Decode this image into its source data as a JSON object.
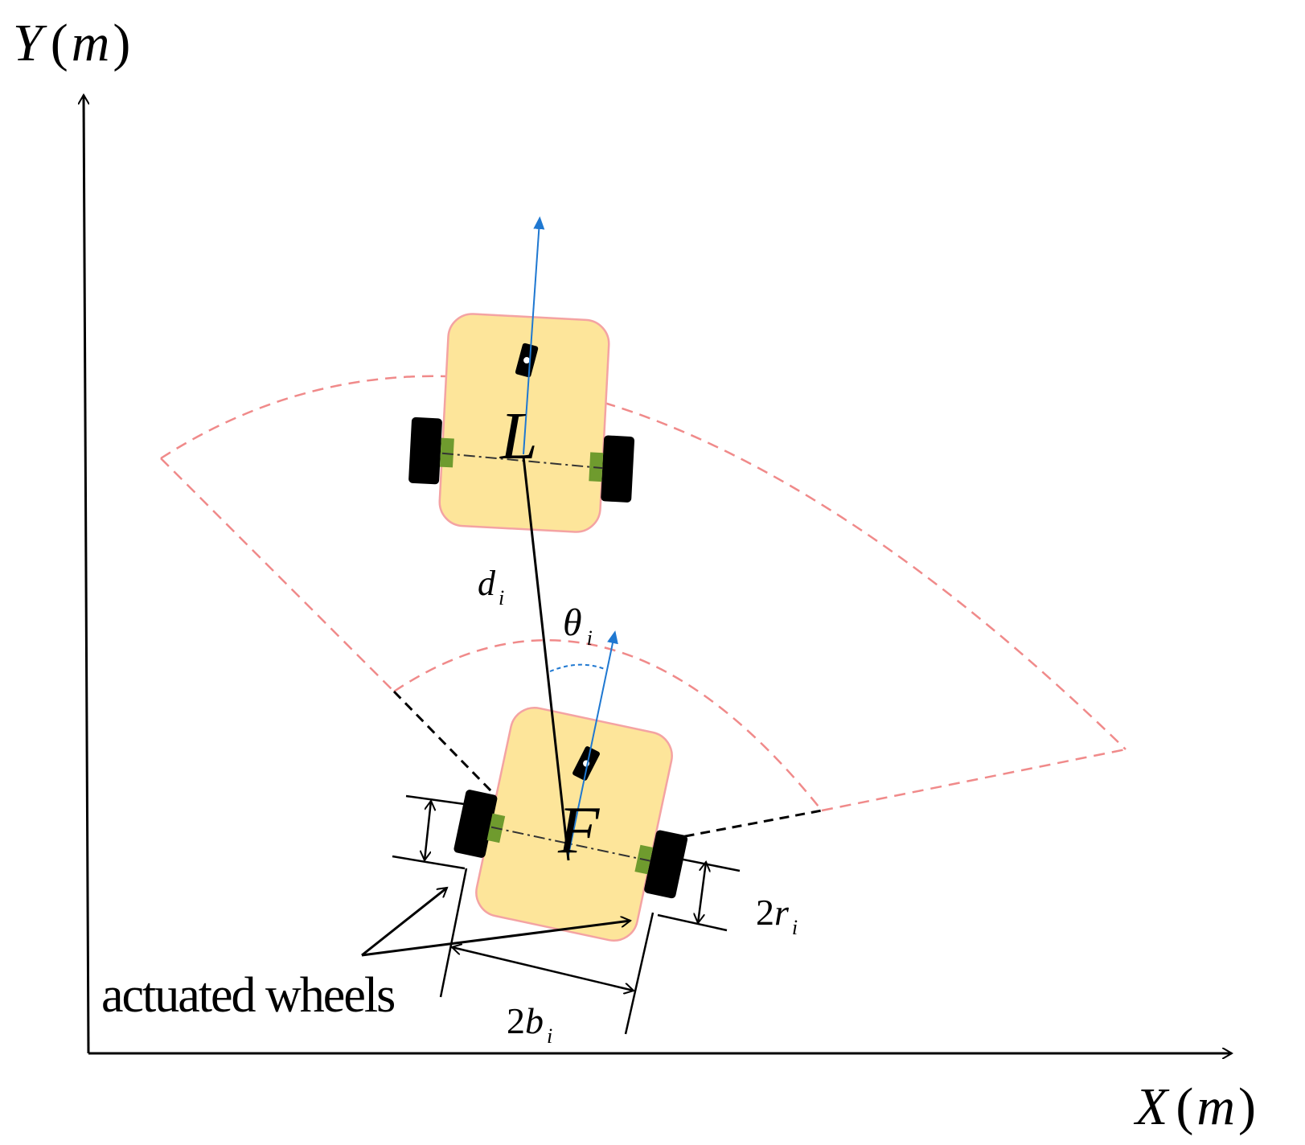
{
  "axes": {
    "y_label": {
      "var": "Y",
      "unit": "m"
    },
    "x_label": {
      "var": "X",
      "unit": "m"
    }
  },
  "robots": {
    "leader": {
      "label": "L"
    },
    "follower": {
      "label": "F"
    }
  },
  "symbols": {
    "distance": {
      "base": "d",
      "sub": "i"
    },
    "angle": {
      "base": "θ",
      "sub": "i"
    },
    "wheel_diameter": {
      "prefix": "2",
      "base": "r",
      "sub": "i"
    },
    "wheel_base": {
      "prefix": "2",
      "base": "b",
      "sub": "i"
    }
  },
  "annotations": {
    "wheels_label": "actuated wheels"
  },
  "colors": {
    "body_fill": "#fde59a",
    "body_stroke": "#f4a3a3",
    "wheel": "#000000",
    "hub": "#6f9b2e",
    "sector": "#f08a8a",
    "heading_arrow": "#1f78d1",
    "axis": "#000000"
  }
}
